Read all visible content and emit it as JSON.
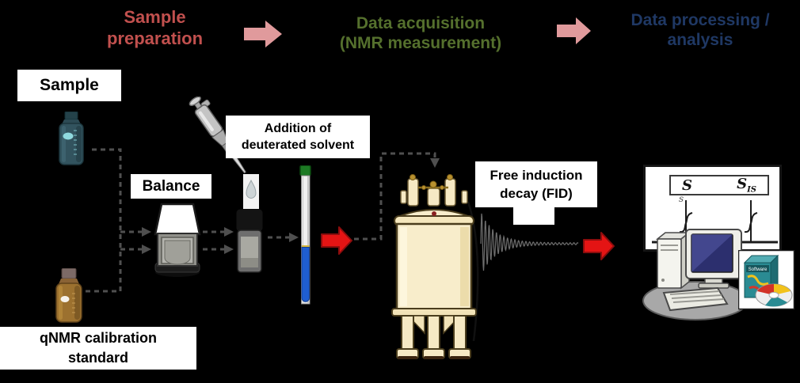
{
  "header": {
    "step1": "Sample\npreparation",
    "step2": "Data acquisition\n(NMR measurement)",
    "step3": "Data processing /\nanalysis",
    "colors": {
      "step1_red": "#c1504e",
      "step2_olive": "#55702d",
      "step3_navy": "#1f3864",
      "flow_arrow_pink": "#e09a9c"
    }
  },
  "labels": {
    "sample": "Sample",
    "balance": "Balance",
    "addition_solvent": "Addition of\ndeuterated solvent",
    "fid": "Free induction\ndecay (FID)",
    "qnmr_standard": "qNMR calibration\nstandard"
  },
  "result_screen": {
    "sample_signal": "S",
    "is_signal": "S",
    "is_subscript": "IS",
    "peak_annotation": "s"
  },
  "software_box": {
    "label": "Software"
  },
  "icons": [
    "sample-bottle-icon",
    "standard-bottle-icon",
    "balance-icon",
    "micropipette-icon",
    "droplet-icon",
    "sample-vial-icon",
    "nmr-tube-icon",
    "nmr-spectrometer-icon",
    "fid-signal",
    "red-arrow-icon",
    "flow-arrow-icon",
    "computer-workstation-icon",
    "software-box-icon",
    "cd-disc-icon",
    "spectrum-screen",
    "workflow-connectors"
  ],
  "accent_colors": {
    "process_arrow_red": "#e41414",
    "nmr_tube_cap_green": "#1d7a24",
    "nmr_tube_liquid_blue": "#1f5ed1",
    "sample_bottle_teal": "#32535e",
    "standard_bottle_amber": "#9c712f",
    "spectrometer_cream": "#f8edcb",
    "connector_gray": "#4f4f4f"
  }
}
